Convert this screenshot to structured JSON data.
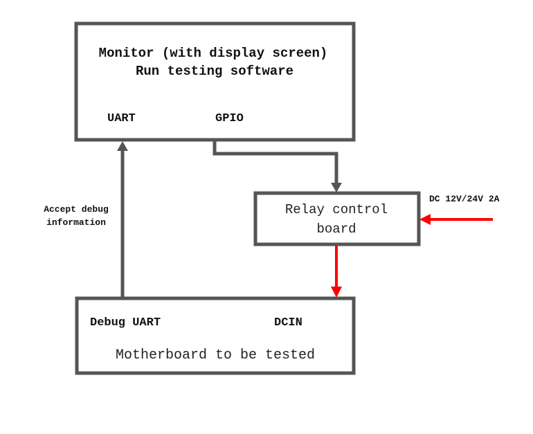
{
  "diagram": {
    "nodes": {
      "monitor": {
        "title": "Monitor (with display screen)",
        "subtitle": "Run testing software",
        "ports": {
          "uart": "UART",
          "gpio": "GPIO"
        }
      },
      "relay": {
        "line1": "Relay control",
        "line2": "board"
      },
      "motherboard": {
        "label": "Motherboard to be tested",
        "ports": {
          "debug_uart": "Debug UART",
          "dcin": "DCIN"
        }
      }
    },
    "edges": {
      "debug_link": {
        "label_line1": "Accept debug",
        "label_line2": "information",
        "color": "#555555"
      },
      "gpio_link": {
        "color": "#555555"
      },
      "power_in": {
        "label": "DC 12V/24V 2A",
        "color": "#ff0000"
      },
      "power_out": {
        "color": "#ff0000"
      }
    }
  }
}
